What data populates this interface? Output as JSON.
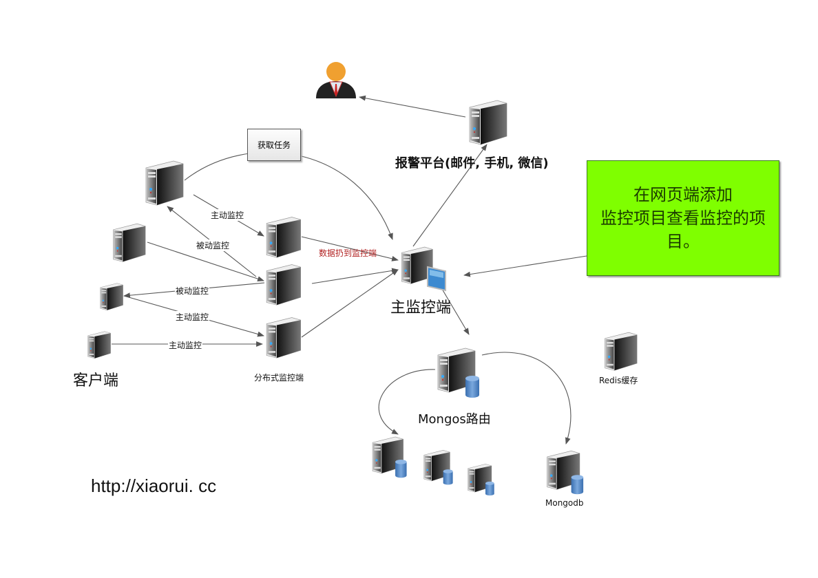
{
  "title": "Distributed monitoring architecture",
  "colors": {
    "note_bg": "#7fff00",
    "edge": "#555555",
    "data_label": "#b22222",
    "db_cylinder": "#5b8fd0",
    "user_head": "#f0a030"
  },
  "nodes": {
    "user": {
      "icon": "user-icon"
    },
    "alert_platform": {
      "label": "报警平台(邮件, 手机, 微信)",
      "icon": "server-icon"
    },
    "task_box": {
      "label": "获取任务"
    },
    "main_monitor": {
      "label": "主监控端",
      "icon": "server-monitor-icon"
    },
    "distributed": {
      "label": "分布式监控端",
      "icon": "server-icon"
    },
    "client": {
      "label": "客户端",
      "icon": "server-icon"
    },
    "mongos": {
      "label": "Mongos路由",
      "icon": "db-server-icon"
    },
    "mongodb": {
      "label": "Mongodb",
      "icon": "db-server-icon"
    },
    "redis": {
      "label": "Redis缓存",
      "icon": "server-icon"
    }
  },
  "note": {
    "lines": [
      "在网页端添加",
      "监控项目查看监控的项",
      "目。"
    ]
  },
  "edges": {
    "active_1": "主动监控",
    "passive_1": "被动监控",
    "passive_2": "被动监控",
    "active_2": "主动监控",
    "active_3": "主动监控",
    "data_to_main": "数据扔到监控端"
  },
  "footer": {
    "url": "http://xiaorui. cc"
  }
}
